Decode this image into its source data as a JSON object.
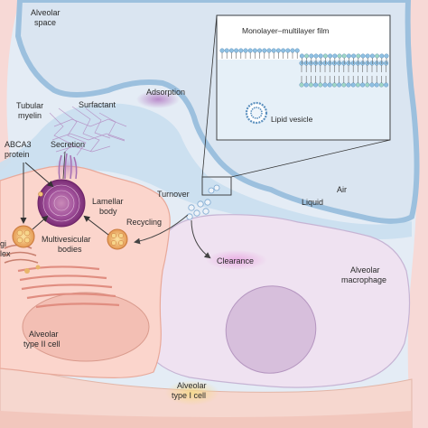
{
  "labels": {
    "alveolar_space_1": "Alveolar",
    "alveolar_space_2": "space",
    "surfactant": "Surfactant",
    "adsorption": "Adsorption",
    "tubular_myelin_1": "Tubular",
    "tubular_myelin_2": "myelin",
    "abca3_1": "ABCA3",
    "abca3_2": "protein",
    "secretion": "Secretion",
    "lamellar_body_1": "Lamellar",
    "lamellar_body_2": "body",
    "turnover": "Turnover",
    "recycling": "Recycling",
    "multivesicular_1": "Multivesicular",
    "multivesicular_2": "bodies",
    "golgi_1": "gi",
    "golgi_2": "lex",
    "air": "Air",
    "liquid": "Liquid",
    "clearance": "Clearance",
    "alveolar_macrophage_1": "Alveolar",
    "alveolar_macrophage_2": "macrophage",
    "type2_cell_1": "Alveolar",
    "type2_cell_2": "type II cell",
    "type1_cell_1": "Alveolar",
    "type1_cell_2": "type I cell"
  },
  "inset": {
    "monolayer_label": "Monolayer–multilayer film",
    "vesicle_label": "Lipid vesicle"
  },
  "colors": {
    "alveolar_space": "#dbe6f1",
    "liquid_layer": "#c9dff0",
    "type2_cell": "#fbd5cc",
    "macrophage": "#efe2f1",
    "nucleus": "#d7bfdc",
    "lamellar_body": "#9b3f86",
    "highlight_purple": "#c89ad1",
    "clearance_highlight": "#e7b7e5",
    "cell_border_blue": "#8fb6d8",
    "type1_label_fill": "#f6e3b6"
  }
}
